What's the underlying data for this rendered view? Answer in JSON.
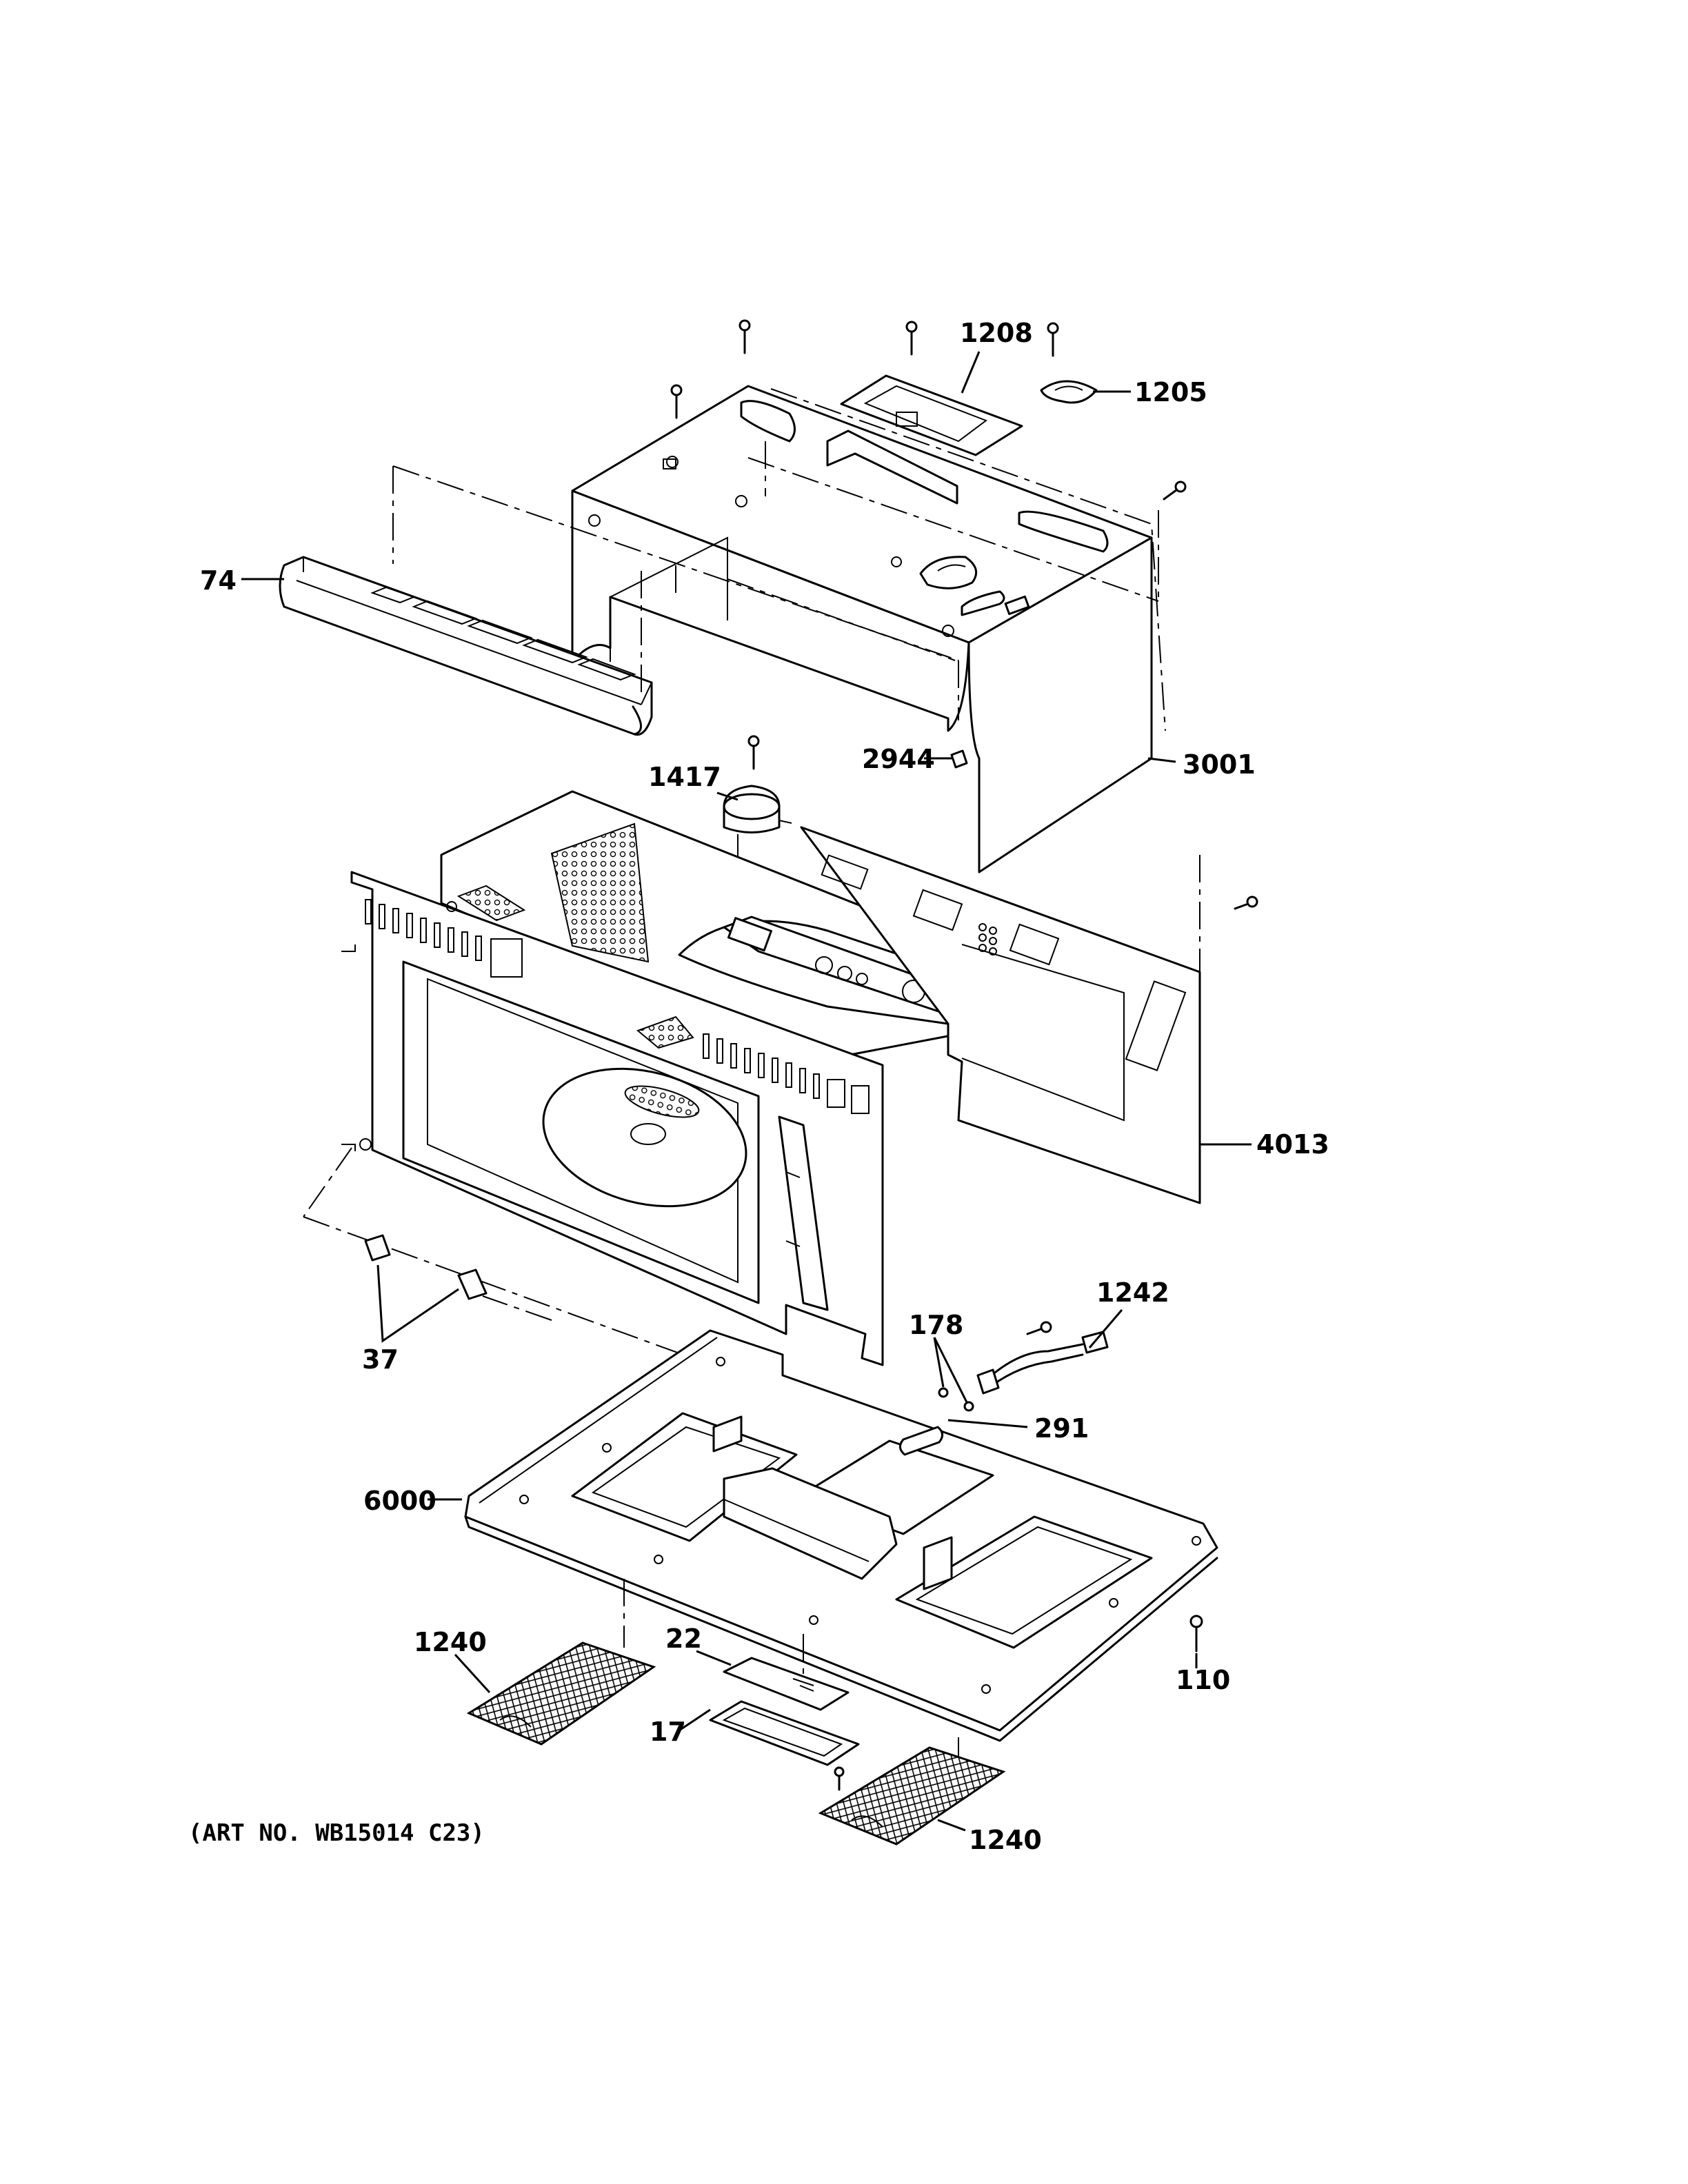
{
  "callouts": {
    "c1208": "1208",
    "c1205": "1205",
    "c74": "74",
    "c2944": "2944",
    "c3001": "3001",
    "c1417": "1417",
    "c4013": "4013",
    "c1242": "1242",
    "c178": "178",
    "c37": "37",
    "c291": "291",
    "c6000": "6000",
    "c1240a": "1240",
    "c22": "22",
    "c17": "17",
    "c110": "110",
    "c1240b": "1240"
  },
  "art_number": "(ART NO. WB15014 C23)"
}
